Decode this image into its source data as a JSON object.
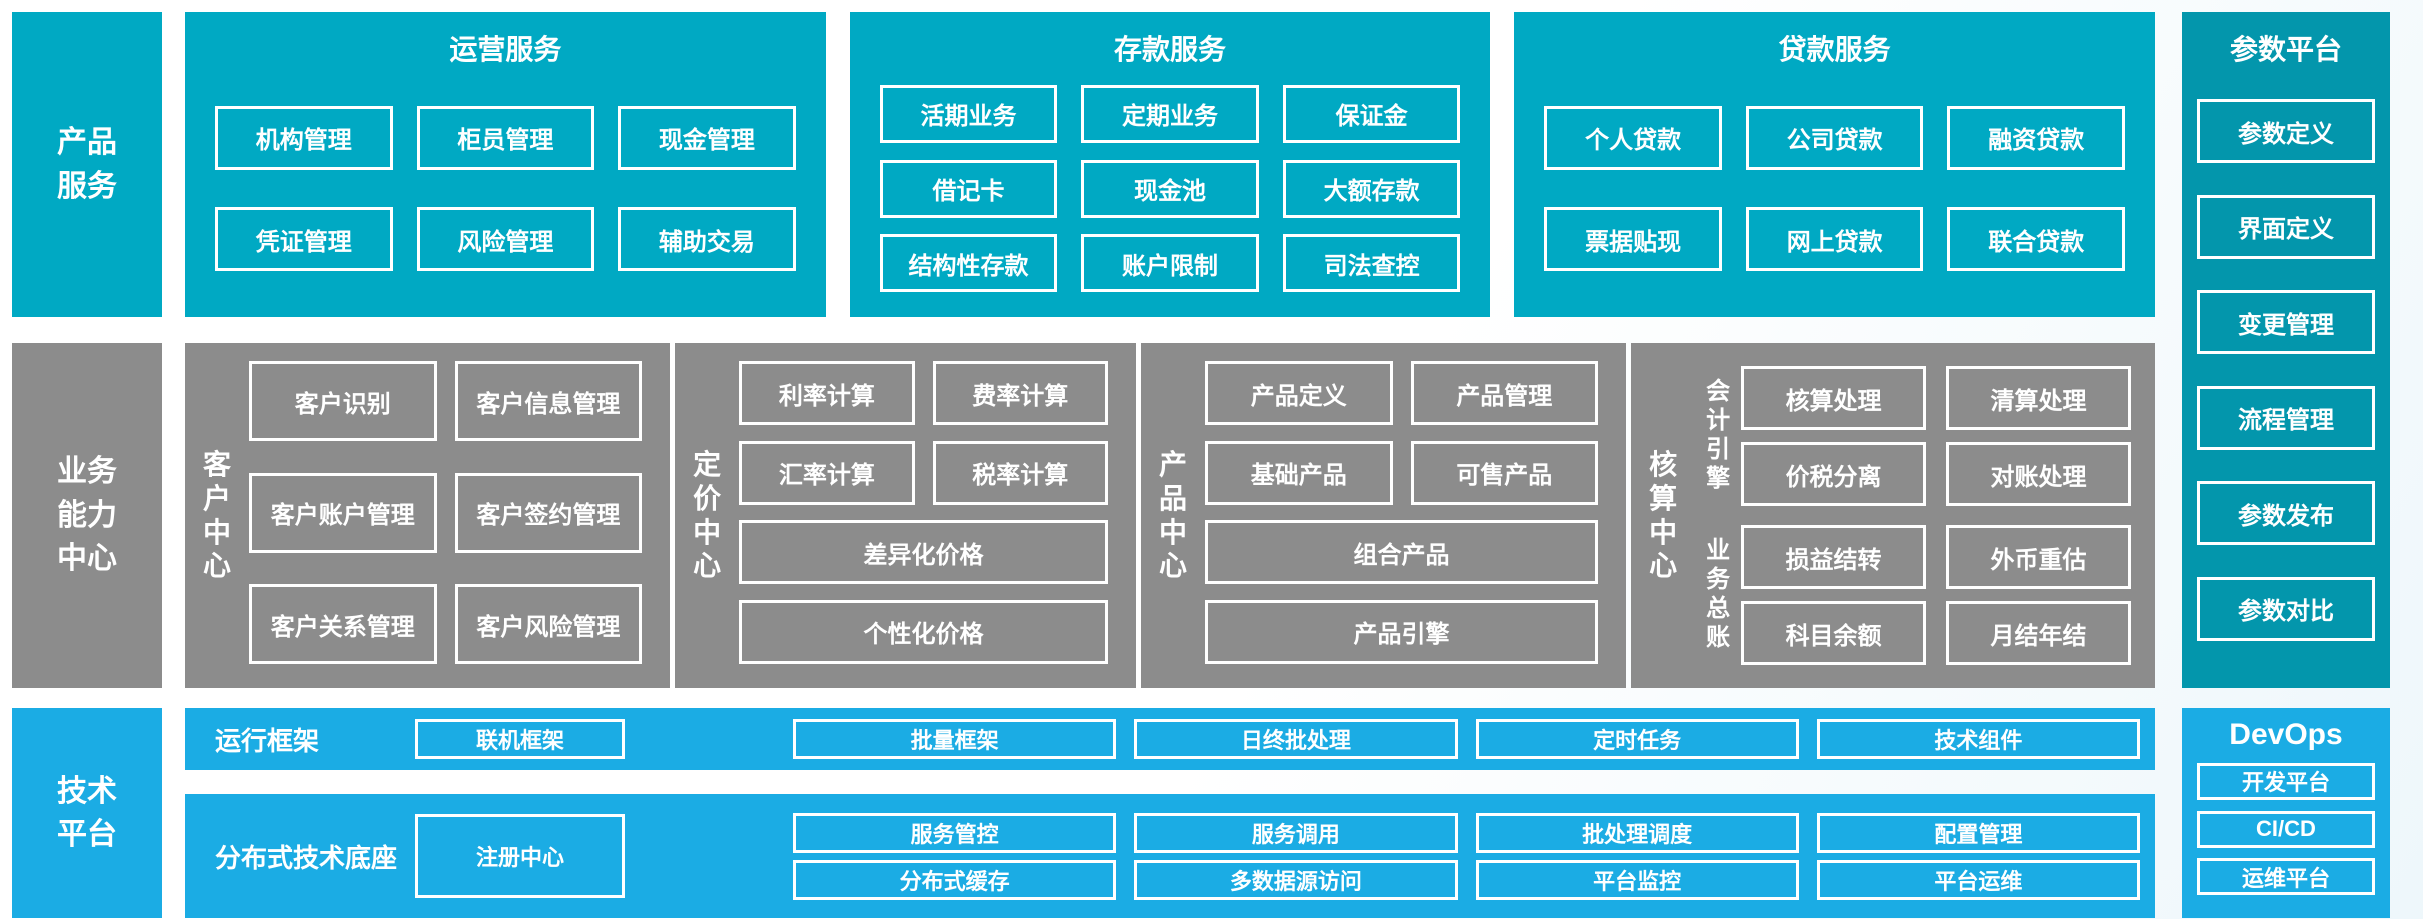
{
  "palette": {
    "teal": "#00A9C3",
    "teal_dark": "#0396AC",
    "grey": "#8C8C8C",
    "blue": "#1BACE4",
    "box_border": "#FFFFFF",
    "text": "#FFFFFF"
  },
  "rails": {
    "product": {
      "label": "产品\n服务"
    },
    "capability": {
      "label": "业务\n能力\n中心"
    },
    "technology": {
      "label": "技术\n平台"
    }
  },
  "top_panels": [
    {
      "title": "运营服务",
      "rows": [
        [
          "机构管理",
          "柜员管理",
          "现金管理"
        ],
        [
          "凭证管理",
          "风险管理",
          "辅助交易"
        ]
      ]
    },
    {
      "title": "存款服务",
      "rows": [
        [
          "活期业务",
          "定期业务",
          "保证金"
        ],
        [
          "借记卡",
          "现金池",
          "大额存款"
        ],
        [
          "结构性存款",
          "账户限制",
          "司法查控"
        ]
      ]
    },
    {
      "title": "贷款服务",
      "rows": [
        [
          "个人贷款",
          "公司贷款",
          "融资贷款"
        ],
        [
          "票据贴现",
          "网上贷款",
          "联合贷款"
        ]
      ]
    }
  ],
  "capability_panels": [
    {
      "label": "客\n户\n中\n心",
      "rows": [
        [
          "客户识别",
          "客户信息管理"
        ],
        [
          "客户账户管理",
          "客户签约管理"
        ],
        [
          "客户关系管理",
          "客户风险管理"
        ]
      ]
    },
    {
      "label": "定\n价\n中\n心",
      "rows": [
        [
          "利率计算",
          "费率计算"
        ],
        [
          "汇率计算",
          "税率计算"
        ],
        [
          "差异化价格"
        ],
        [
          "个性化价格"
        ]
      ]
    },
    {
      "label": "产\n品\n中\n心",
      "rows": [
        [
          "产品定义",
          "产品管理"
        ],
        [
          "基础产品",
          "可售产品"
        ],
        [
          "组合产品"
        ],
        [
          "产品引擎"
        ]
      ]
    },
    {
      "label": "核\n算\n中\n心",
      "groups": [
        {
          "label": "会\n计\n引\n擎",
          "rows": [
            [
              "核算处理",
              "清算处理"
            ],
            [
              "价税分离",
              "对账处理"
            ]
          ]
        },
        {
          "label": "业\n务\n总\n账",
          "rows": [
            [
              "损益结转",
              "外币重估"
            ],
            [
              "科目余额",
              "月结年结"
            ]
          ]
        }
      ]
    }
  ],
  "param_platform": {
    "title": "参数平台",
    "items": [
      "参数定义",
      "界面定义",
      "变更管理",
      "流程管理",
      "参数发布",
      "参数对比"
    ]
  },
  "tech_platform": {
    "runtime": {
      "label": "运行框架",
      "lead_box": "联机框架",
      "boxes": [
        "批量框架",
        "日终批处理",
        "定时任务",
        "技术组件"
      ]
    },
    "foundation": {
      "label": "分布式技术底座",
      "lead_box": "注册中心",
      "rows": [
        [
          "服务管控",
          "服务调用",
          "批处理调度",
          "配置管理"
        ],
        [
          "分布式缓存",
          "多数据源访问",
          "平台监控",
          "平台运维"
        ]
      ]
    }
  },
  "devops": {
    "title": "DevOps",
    "items": [
      "开发平台",
      "CI/CD",
      "运维平台"
    ]
  }
}
